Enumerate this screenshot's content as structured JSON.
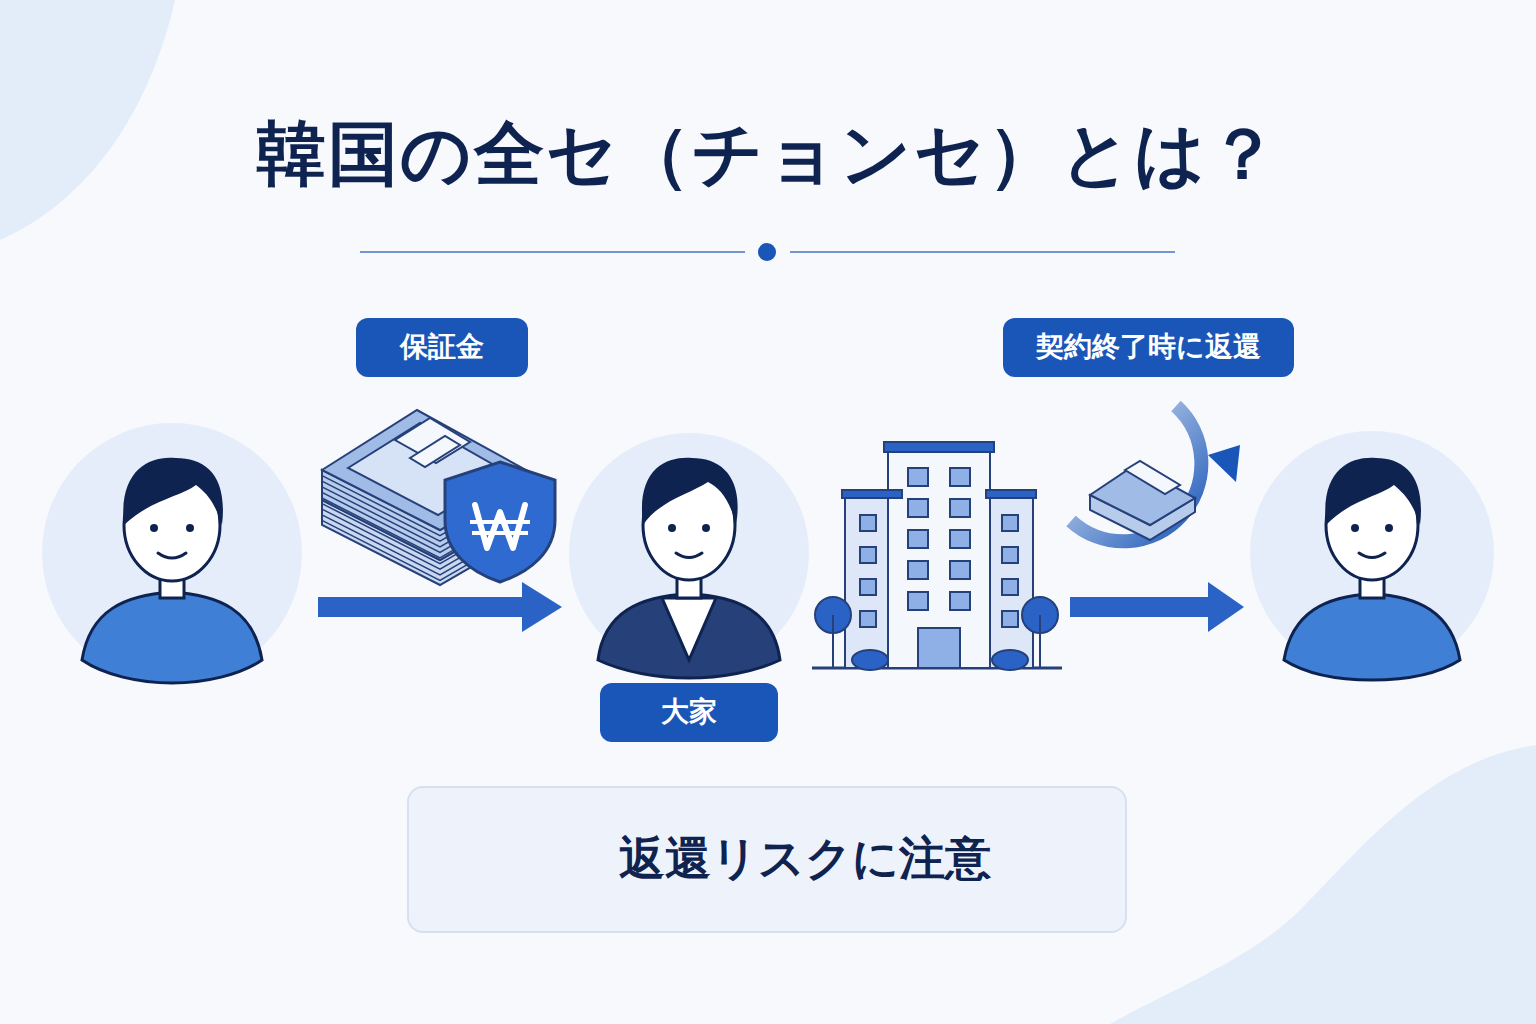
{
  "diagram": {
    "title": "韓国の全セ（チョンセ）とは？",
    "nodes": [
      {
        "text": [
          "保証金"
        ]
      },
      {
        "text": [
          "契約終了時に返還"
        ]
      },
      {
        "text": [
          "大家"
        ]
      },
      {
        "text": [
          "返還リスクに注意"
        ]
      }
    ]
  }
}
